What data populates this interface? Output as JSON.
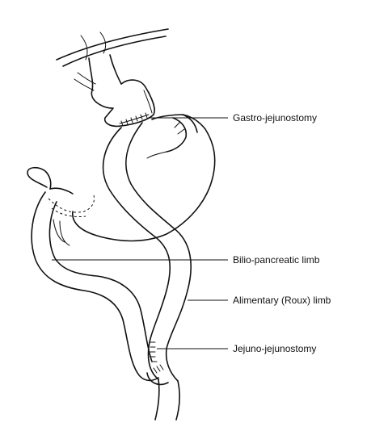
{
  "diagram": {
    "labels": {
      "gastro_jejunostomy": "Gastro-jejunostomy",
      "bilio_pancreatic_limb": "Bilio-pancreatic limb",
      "alimentary_limb": "Alimentary (Roux) limb",
      "jejuno_jejunostomy": "Jejuno-jejunostomy"
    }
  }
}
